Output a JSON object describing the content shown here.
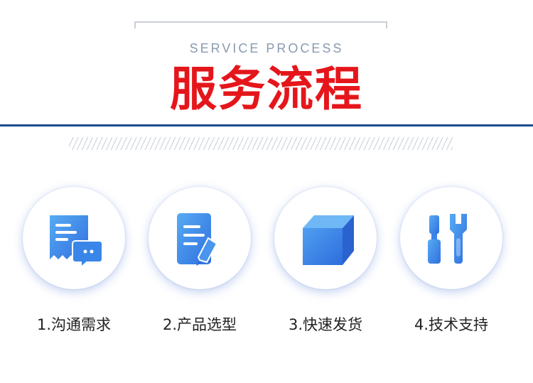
{
  "header": {
    "subtitle": "SERVICE PROCESS",
    "title": "服务流程"
  },
  "colors": {
    "title": "#e5161b",
    "rule": "#1d4b8f",
    "icon_light": "#4fa3f0",
    "icon_dark": "#2f74e0"
  },
  "steps": [
    {
      "label": "1.沟通需求",
      "icon": "chat-document-icon"
    },
    {
      "label": "2.产品选型",
      "icon": "document-pen-icon"
    },
    {
      "label": "3.快速发货",
      "icon": "box-icon"
    },
    {
      "label": "4.技术支持",
      "icon": "tools-icon"
    }
  ]
}
